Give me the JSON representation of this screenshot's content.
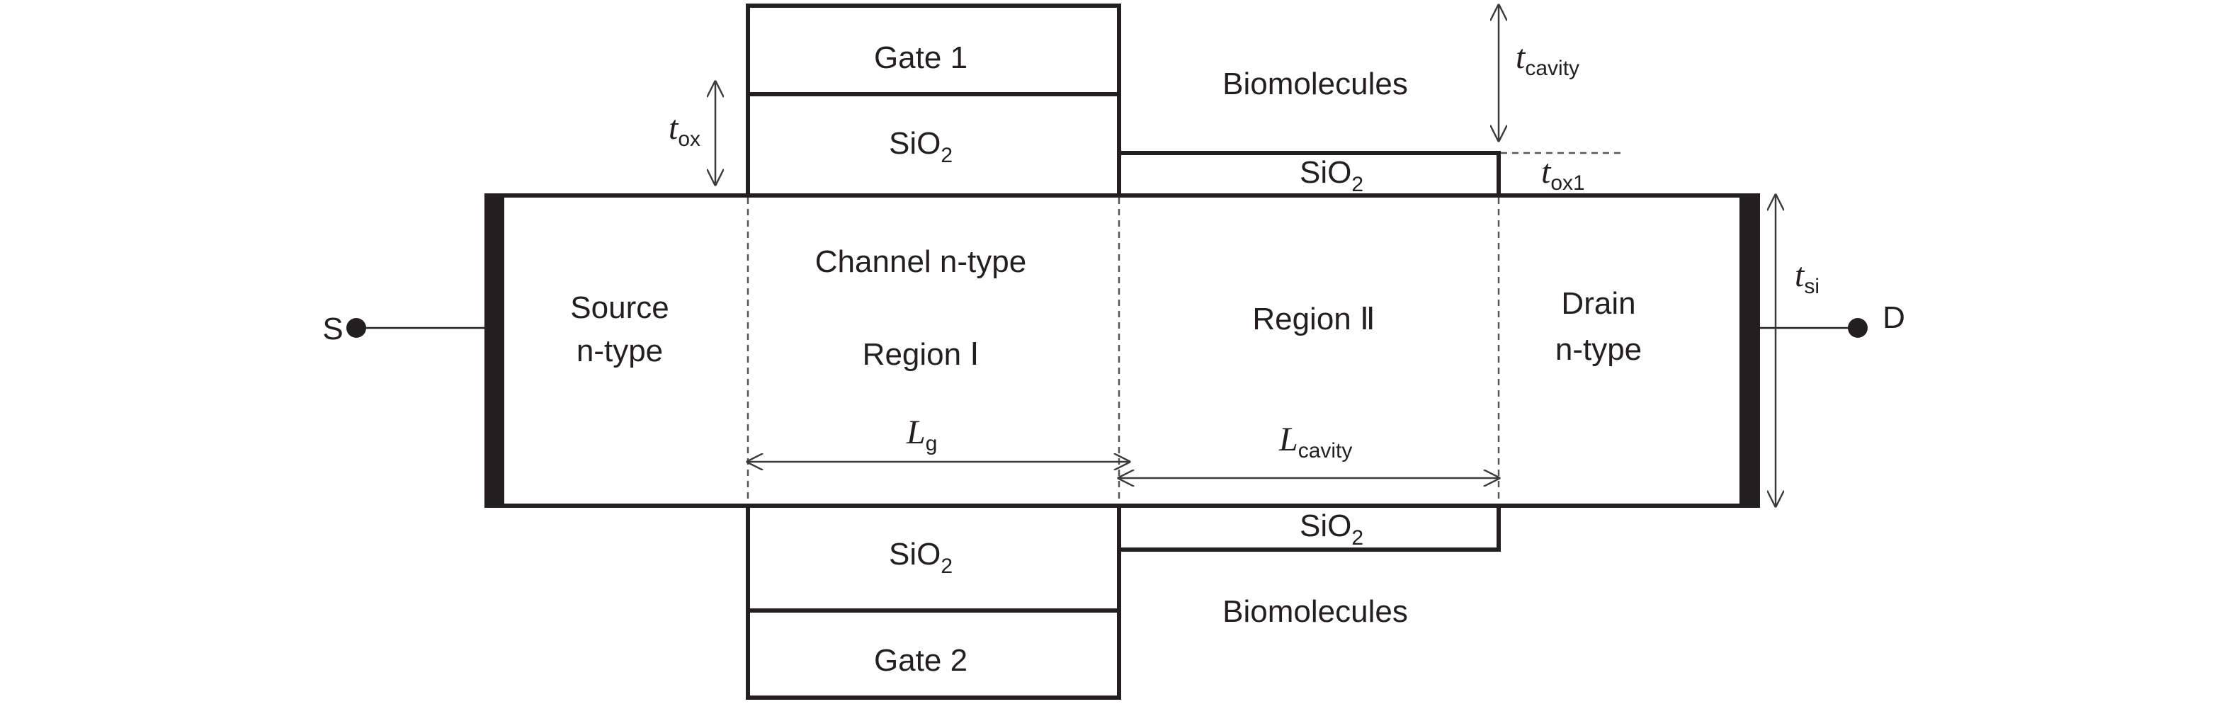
{
  "regions": {
    "gate1": "Gate 1",
    "gate2": "Gate 2",
    "oxide_top": {
      "base": "SiO",
      "sub": "2"
    },
    "oxide_top_cavity": {
      "base": "SiO",
      "sub": "2"
    },
    "oxide_bottom": {
      "base": "SiO",
      "sub": "2"
    },
    "oxide_bottom_cavity": {
      "base": "SiO",
      "sub": "2"
    },
    "biomolecules_top": "Biomolecules",
    "biomolecules_bottom": "Biomolecules",
    "source_line1": "Source",
    "source_line2": "n-type",
    "channel": "Channel n-type",
    "region1": "Region Ⅰ",
    "region2": "Region Ⅱ",
    "drain_line1": "Drain",
    "drain_line2": "n-type"
  },
  "terminals": {
    "source": "S",
    "drain": "D"
  },
  "dimensions": {
    "t_ox": {
      "sym": "t",
      "sub": "ox"
    },
    "t_cavity": {
      "sym": "t",
      "sub": "cavity"
    },
    "t_ox1": {
      "sym": "t",
      "sub": "ox1"
    },
    "t_si": {
      "sym": "t",
      "sub": "si"
    },
    "L_g": {
      "sym": "L",
      "sub": "g"
    },
    "L_cavity": {
      "sym": "L",
      "sub": "cavity"
    }
  },
  "colors": {
    "stroke": "#231f20",
    "background": "#ffffff"
  }
}
